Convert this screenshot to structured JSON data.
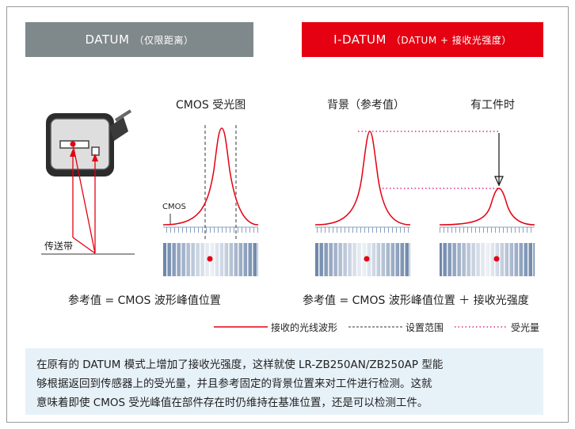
{
  "left_panel": {
    "title": "DATUM",
    "title_note": "（仅限距离）"
  },
  "right_panel": {
    "title": "I-DATUM",
    "title_note": "（DATUM + 接收光强度）"
  },
  "labels": {
    "cmos_image": "CMOS 受光图",
    "background": "背景（参考值）",
    "with_workpiece": "有工件时",
    "cmos": "CMOS",
    "conveyor": "传送带",
    "formula_left": "参考值 = CMOS 波形峰值位置",
    "formula_right": "参考值 = CMOS 波形峰值位置 ＋ 接收光强度"
  },
  "legend": {
    "items": [
      {
        "label": "接收的光线波形",
        "style": "solid",
        "color": "#e50012"
      },
      {
        "label": "设置范围",
        "style": "dashed",
        "color": "#333333"
      },
      {
        "label": "受光量",
        "style": "dotted",
        "color": "#d4006e"
      }
    ]
  },
  "note": {
    "lines": [
      "在原有的 DATUM 模式上增加了接收光强度，这样就使 LR-ZB250AN/ZB250AP 型能",
      "够根据返回到传感器上的受光量，并且参考固定的背景位置来对工件进行检测。这就",
      "意味着即使 CMOS 受光峰值在部件存在时仍维持在基准位置，还是可以检测工件。"
    ]
  },
  "colors": {
    "accent_red": "#e50012",
    "banner_gray": "#7f888b",
    "note_bg": "#e7f1f8",
    "cmos_blue": "#8aa1bf"
  }
}
